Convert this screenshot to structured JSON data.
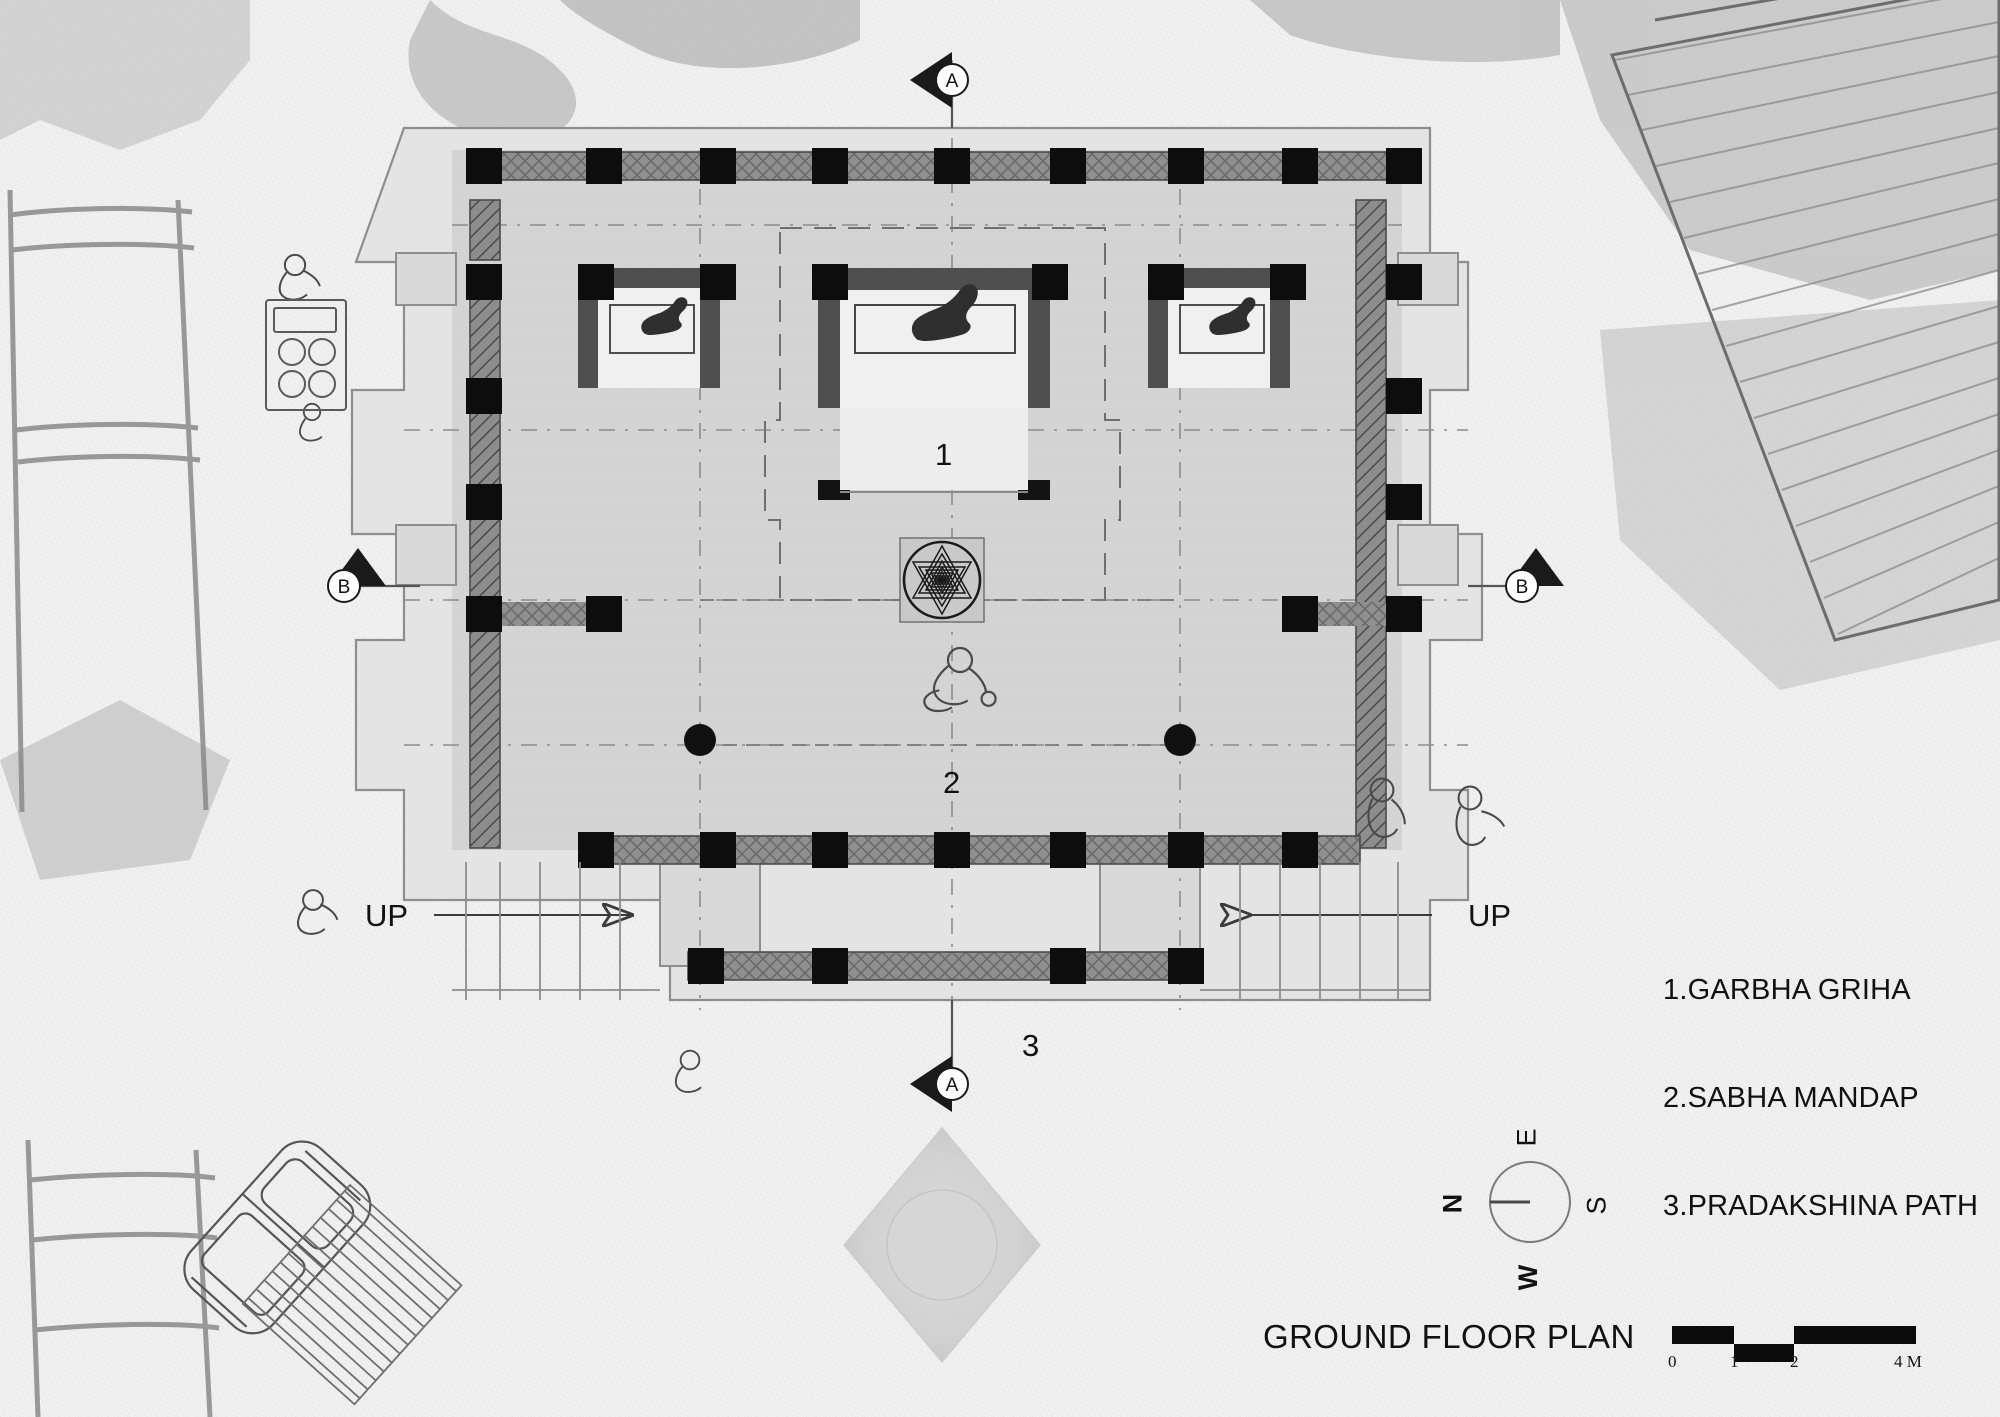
{
  "drawing": {
    "title": "GROUND FLOOR PLAN",
    "type": "architectural-floor-plan",
    "subject": "Hindu temple ground floor plan"
  },
  "legend": {
    "items": [
      "1.GARBHA GRIHA",
      "2.SABHA MANDAP",
      "3.PRADAKSHINA PATH"
    ]
  },
  "plan_labels": {
    "one": "1",
    "two": "2",
    "three": "3"
  },
  "stairs": {
    "left_label": "UP",
    "right_label": "UP"
  },
  "section_markers": {
    "top": "A",
    "bottom": "A",
    "left": "B",
    "right": "B"
  },
  "compass": {
    "north": "N",
    "east": "E",
    "south": "S",
    "west": "W"
  },
  "scale_bar": {
    "ticks": [
      "0",
      "1",
      "2"
    ],
    "end_label": "4 M"
  },
  "colors": {
    "paper": "#f2f2f2",
    "slab_fill": "#cfcfcf",
    "column_black": "#0d0d0d",
    "wall_dark": "#4a4a4a",
    "wall_mid": "#9b9b9b",
    "line": "#6f6f6f",
    "ink": "#111111"
  },
  "icons": {
    "yantra": "sri-yantra-icon",
    "deity": "deity-figure-icon",
    "person": "seated-person-icon",
    "car": "car-icon",
    "compass": "compass-rose-icon"
  }
}
